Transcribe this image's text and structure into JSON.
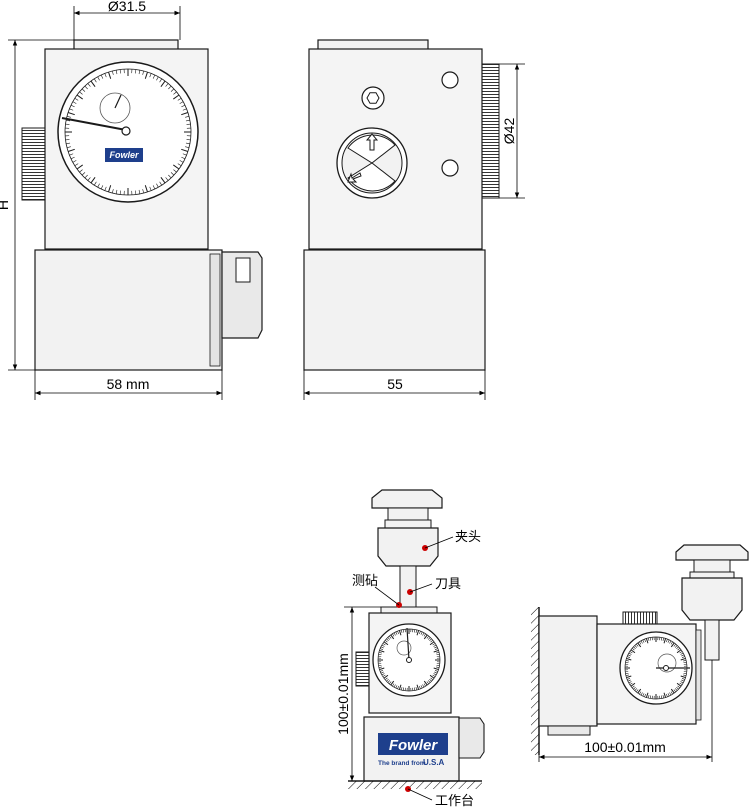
{
  "dims": {
    "dial_diameter": "Ø31.5",
    "height": "H",
    "width_front": "58 mm",
    "width_side": "55",
    "knob_diameter": "Ø42",
    "setting_height": "100±0.01mm",
    "side_length": "100±0.01mm"
  },
  "callouts": {
    "chuck": "夹头",
    "probe": "测砧",
    "tool": "刀具",
    "table": "工作台"
  },
  "brand": {
    "name": "Fowler",
    "tagline": "The brand from",
    "origin": "U.S.A"
  },
  "colors": {
    "face": "#f2f2f2",
    "face_dark": "#e4e4e4",
    "outline": "#1a1a1a",
    "accent": "#cc0000",
    "brand_blue": "#1e3f8c"
  }
}
